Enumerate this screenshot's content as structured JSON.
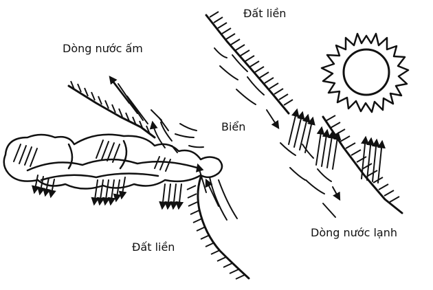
{
  "labels": {
    "land_top": "Đất liền",
    "warm_current": "Dòng nước ấm",
    "sea": "Biển",
    "cold_current": "Dòng nước lạnh",
    "land_bottom": "Đất liền"
  },
  "colors": {
    "ink": "#111111",
    "background": "#ffffff"
  },
  "icons": {
    "sun": "sun-icon"
  }
}
